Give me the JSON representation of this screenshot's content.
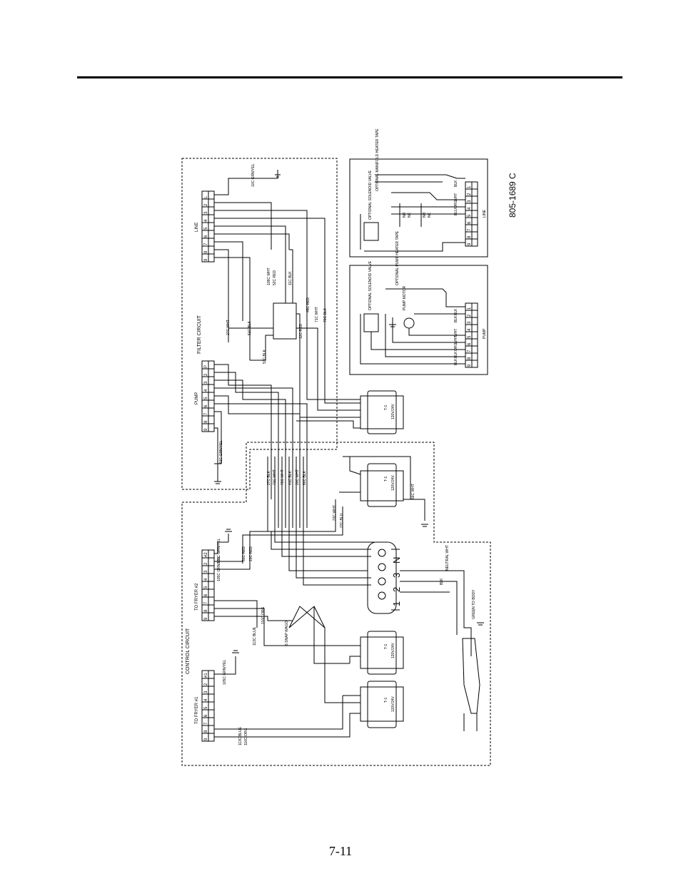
{
  "drawing_number": "805-1689 C",
  "page_number": "7-11",
  "sections": {
    "filter_circuit": "FILTER CIRCUIT",
    "control_circuit": "CONTROL CIRCUIT",
    "to_fryer_1": "TO FRYER #1",
    "to_fryer_2": "TO FRYER #2",
    "line": "LINE",
    "pump": "PUMP"
  },
  "terminal_numbers": [
    "9",
    "8",
    "7",
    "6",
    "5",
    "4",
    "3",
    "2",
    "1"
  ],
  "terminal_end_labels": {
    "line": "L",
    "pump": "P",
    "fryer1": "#1",
    "fryer2": "#2"
  },
  "filter_wires": [
    "27C WHT",
    "51C BLK",
    "53C BLK",
    "108C WHT",
    "52C RED",
    "11C BLK",
    "12C RED",
    "45C RED",
    "71C WHT",
    "70C BLK",
    "10C GRN/YEL",
    "61C GRN/YEL"
  ],
  "bundle_wires": [
    "27C BLK",
    "71C WHT",
    "72C WHT",
    "41C BLK",
    "20C WHT",
    "60C BLK"
  ],
  "control_wires": [
    "109C GRN/YEL",
    "51C RED",
    "23C RED",
    "105C GRN/YEL",
    "113C BLUE",
    "116C ORG",
    "23C WHT",
    "22C BLU",
    "56C WHT",
    "105C GRN/YEL",
    "113C BLUE",
    "116C ORG"
  ],
  "transformer_label": "T-1",
  "transformer_rating": "120V/24V",
  "wago_label": "5 SNAP WAGO",
  "block_numbers": [
    "1",
    "2",
    "3",
    "N"
  ],
  "cord_labels": {
    "neutral": "NEUTRAL WHT",
    "hot": "BLK",
    "ground": "GREEN TO BODY"
  },
  "pump_inset": {
    "title": "PUMP",
    "components": [
      "OPTIONAL SOLENOID VALVE",
      "PUMP MOTOR",
      "OPTIONAL PUMP HEATER TAPE"
    ],
    "wire_tags": [
      "BLK",
      "BLK",
      "WHT",
      "WHT",
      "ORG",
      "BLK",
      "BLK"
    ]
  },
  "line_inset": {
    "title": "LINE",
    "components": [
      "OPTIONAL SOLENOID VALVE",
      "OPTIONAL MANIFOLD HEATER TAPE"
    ],
    "wire_tags": [
      "BLK",
      "WHT",
      "ORG",
      "BLU"
    ],
    "switch_labels": [
      "NO",
      "NC"
    ]
  }
}
